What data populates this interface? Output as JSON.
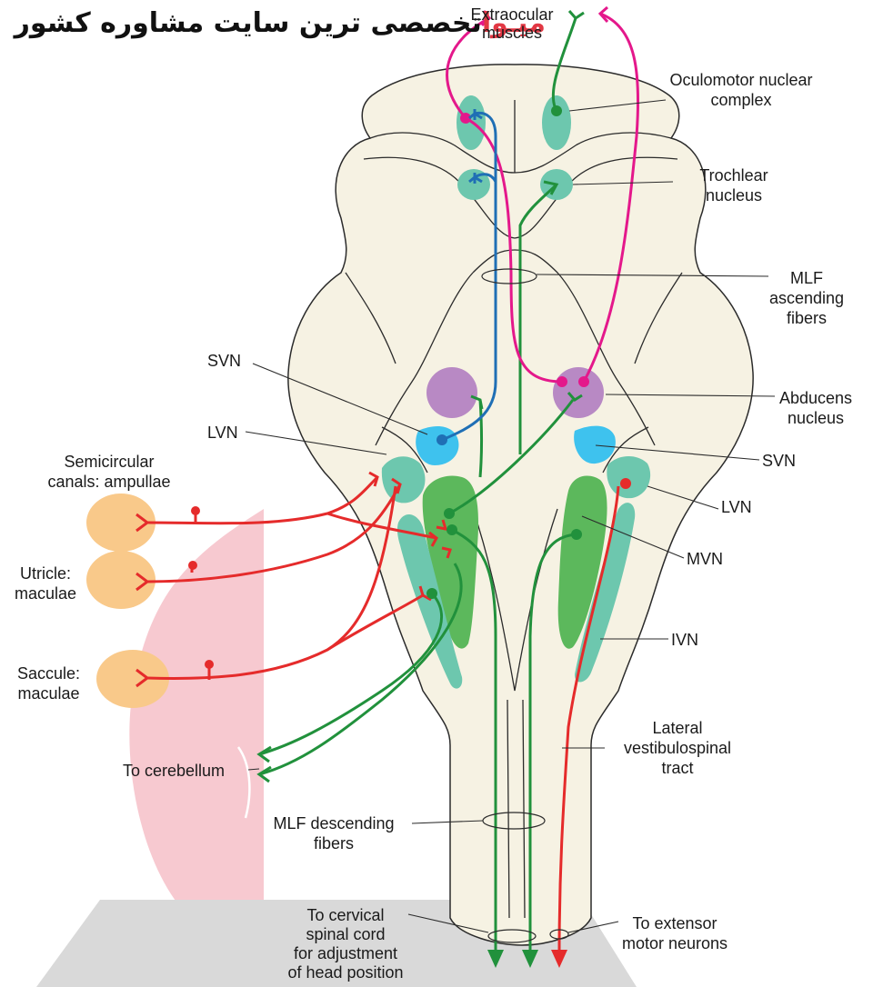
{
  "watermark": {
    "logo_text": "میـوا",
    "title": "تخصصی ترین سایت مشاوره کشور",
    "colors": {
      "logo": "#e23844",
      "bg_shape": "#f7c9d0",
      "bottom_band": "#d9d9d9"
    }
  },
  "labels": {
    "extraocular": "Extraocular\nmuscles",
    "oculomotor": "Oculomotor nuclear\ncomplex",
    "trochlear": "Trochlear\nnucleus",
    "mlf_ascending": "MLF\nascending\nfibers",
    "abducens": "Abducens\nnucleus",
    "svn_left": "SVN",
    "lvn_left": "LVN",
    "svn_right": "SVN",
    "lvn_right": "LVN",
    "mvn": "MVN",
    "ivn": "IVN",
    "semicircular": "Semicircular\ncanals: ampullae",
    "utricle": "Utricle:\nmaculae",
    "saccule": "Saccule:\nmaculae",
    "lateral_vs": "Lateral\nvestibulospinal\ntract",
    "to_cerebellum": "To cerebellum",
    "mlf_descending": "MLF descending\nfibers",
    "to_cervical": "To cervical\nspinal cord\nfor adjustment\nof head position",
    "to_extensor": "To extensor\nmotor neurons"
  },
  "colors": {
    "brainstem_fill": "#f6f2e3",
    "outline": "#2b2b2b",
    "vestibular_nucleus_teal": "#6dc7ae",
    "mvn_green": "#5cb85c",
    "svn_blue": "#3ec2ee",
    "abducens_purple": "#b889c4",
    "sensory_organ": "#f9c98a",
    "afferent_red": "#e52b2b",
    "efferent_green": "#21913c",
    "oculomotor_magenta": "#e4188b",
    "blue_pathway": "#1f6fb5"
  }
}
